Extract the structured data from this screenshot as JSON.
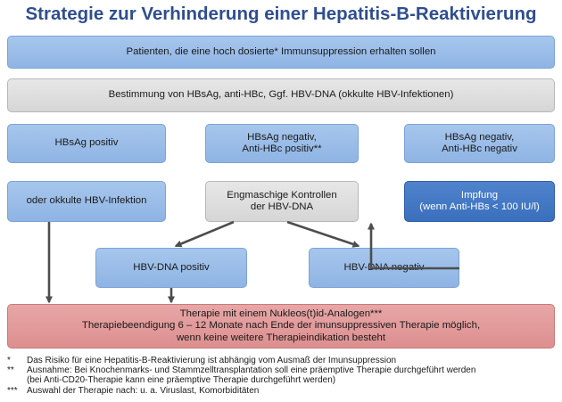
{
  "title": "Strategie zur Verhinderung einer Hepatitis-B-Reaktivierung",
  "boxes": {
    "patients": "Patienten, die eine hoch dosierte* Immunsuppression erhalten sollen",
    "testing": "Bestimmung von HBsAg, anti-HBc, Ggf. HBV-DNA (okkulte HBV-Infektionen)",
    "hbsag_positive": "HBsAg positiv",
    "hbsag_negative_antihbc_positive": [
      "HBsAg negativ,",
      "Anti-HBc positiv**"
    ],
    "hbsag_negative_antihbc_negative": [
      "HBsAg negativ,",
      "Anti-HBc negativ"
    ],
    "occult_infection": "oder okkulte HBV-Infektion",
    "close_monitoring": [
      "Engmaschige Kontrollen",
      "der HBV-DNA"
    ],
    "vaccination": [
      "Impfung",
      "(wenn Anti-HBs < 100 IU/l)"
    ],
    "hbvdna_positive": "HBV-DNA positiv",
    "hbvdna_negative": "HBV-DNA negativ",
    "therapy": [
      "Therapie mit einem Nukleos(t)id-Analogen***",
      "Therapiebeendigung 6 – 12 Monate nach Ende der imunsuppressiven Therapie möglich,",
      "wenn keine weitere Therapieindikation besteht"
    ]
  },
  "footnotes": [
    {
      "mark": "*",
      "lines": [
        "Das Risiko für eine Hepatitis-B-Reaktivierung ist abhängig vom Ausmaß der Imunsuppression"
      ]
    },
    {
      "mark": "**",
      "lines": [
        "Ausnahme: Bei Knochenmarks- und Stammzelltransplantation soll eine präemptive Therapie durchgeführt werden",
        "(bei Anti-CD20-Therapie kann eine präemptive Therapie durchgeführt werden)"
      ]
    },
    {
      "mark": "***",
      "lines": [
        "Auswahl der Therapie nach: u. a. Viruslast, Komorbiditäten"
      ]
    }
  ],
  "colors": {
    "title": "#2f4e8f",
    "box_light_blue": "#9bbde8",
    "box_grey": "#dcdcdc",
    "box_dark_blue": "#3f74c2",
    "box_red": "#e19a9a",
    "arrow": "#4d4d4d"
  }
}
